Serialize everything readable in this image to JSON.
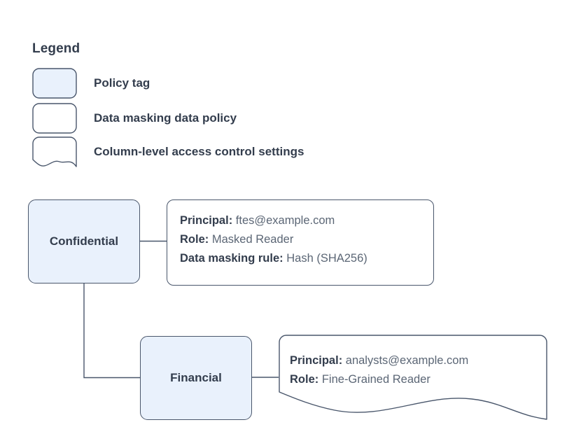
{
  "legend": {
    "title": "Legend",
    "items": [
      {
        "shape": "rounded-filled",
        "label": "Policy tag"
      },
      {
        "shape": "rounded-outline",
        "label": "Data masking data policy"
      },
      {
        "shape": "document-wave",
        "label": "Column-level access control settings"
      }
    ]
  },
  "nodes": [
    {
      "id": "confidential",
      "label": "Confidential"
    },
    {
      "id": "financial",
      "label": "Financial"
    }
  ],
  "cards": {
    "confidential": {
      "rows": [
        {
          "key": "Principal:",
          "value": "ftes@example.com"
        },
        {
          "key": "Role:",
          "value": "Masked Reader"
        },
        {
          "key": "Data masking rule:",
          "value": "Hash (SHA256)"
        }
      ]
    },
    "financial": {
      "rows": [
        {
          "key": "Principal:",
          "value": "analysts@example.com"
        },
        {
          "key": "Role:",
          "value": "Fine-Grained Reader"
        }
      ]
    }
  },
  "colors": {
    "node_fill": "#e9f1fc",
    "stroke": "#49566b",
    "text_strong": "#333d4d",
    "text_value": "#5b6675",
    "background": "#ffffff"
  }
}
